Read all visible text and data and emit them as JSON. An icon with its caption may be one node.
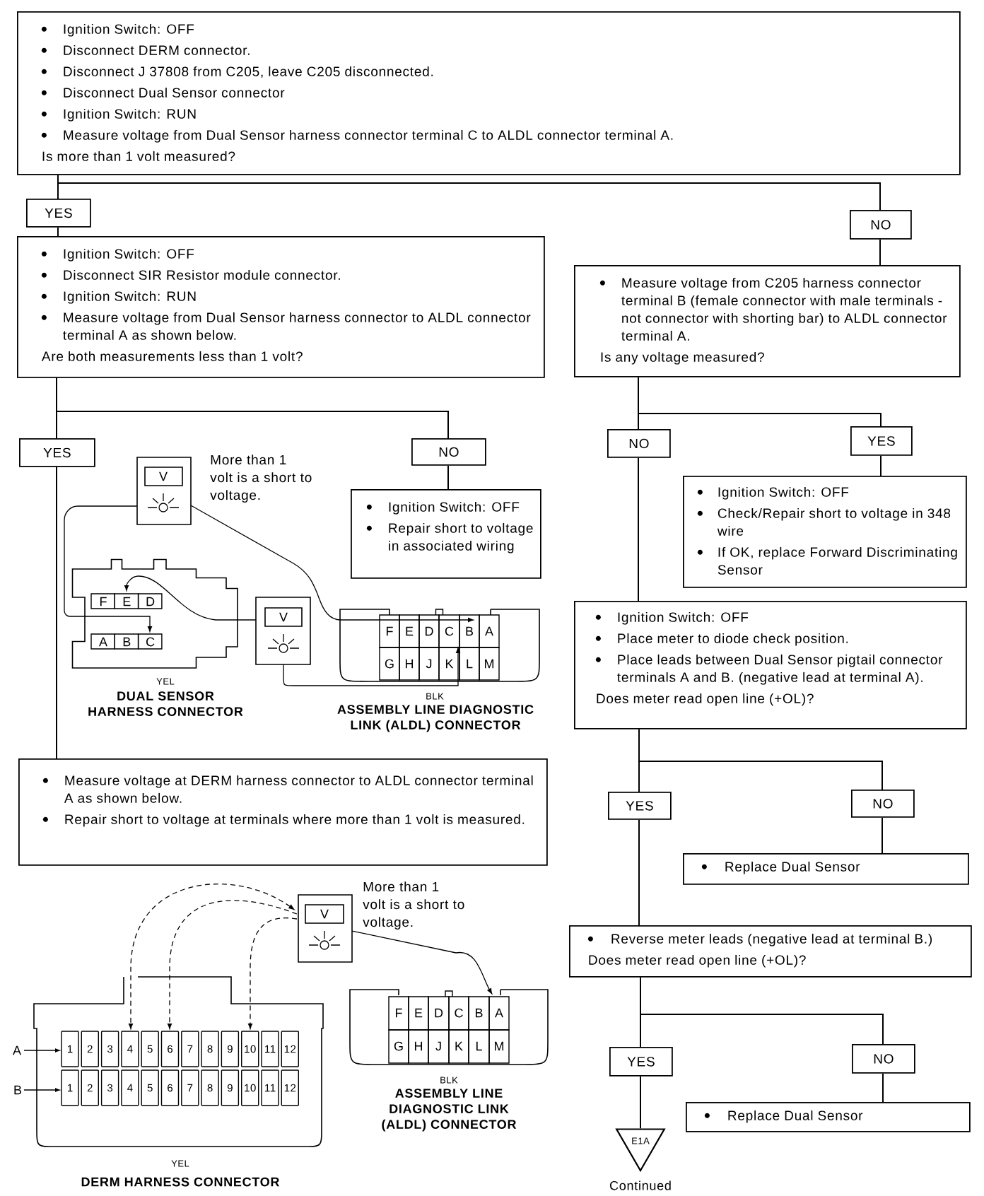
{
  "diagram": {
    "nodes": [
      {
        "text": [
          "Ignition Switch: OFF",
          "Disconnect DERM connector.",
          "Disconnect J 37808 from C205, leave C205 disconnected.",
          "Disconnect Dual Sensor connector",
          "Ignition Switch: RUN",
          "Measure voltage from Dual Sensor harness connector terminal C to ALDL connector terminal A.",
          "Is more than 1 volt measured?"
        ]
      },
      {
        "text": [
          "YES"
        ]
      },
      {
        "text": [
          "NO"
        ]
      },
      {
        "text": [
          "Ignition Switch: OFF",
          "Disconnect SIR Resistor module connector.",
          "Ignition Switch: RUN",
          "Measure voltage from Dual Sensor harness connector to ALDL connector terminal A as shown below.",
          "Are both measurements less than 1 volt?"
        ]
      },
      {
        "text": [
          "Measure voltage from C205 harness connector terminal B (female connector with male terminals - not connector with shorting bar) to ALDL connector terminal A.",
          "Is any voltage measured?"
        ]
      },
      {
        "text": [
          "YES"
        ]
      },
      {
        "text": [
          "NO"
        ]
      },
      {
        "text": [
          "Ignition Switch: OFF",
          "Repair short to voltage in associated wiring"
        ]
      },
      {
        "text": [
          "NO"
        ]
      },
      {
        "text": [
          "YES"
        ]
      },
      {
        "text": [
          "Ignition Switch: OFF",
          "Check/Repair short to voltage in 348 wire",
          "If OK, replace Forward Discriminating Sensor"
        ]
      },
      {
        "text": [
          "Ignition Switch: OFF",
          "Place meter to diode check position.",
          "Place leads between Dual Sensor pigtail connector terminals A and B. (negative lead at terminal A).",
          "Does meter read open line (+OL)?"
        ]
      },
      {
        "text": [
          "Measure voltage at DERM harness connector to ALDL connector terminal A as shown below.",
          "Repair short to voltage at terminals where more than 1 volt is measured."
        ]
      },
      {
        "text": [
          "YES"
        ]
      },
      {
        "text": [
          "NO"
        ]
      },
      {
        "text": [
          "Replace Dual Sensor"
        ]
      },
      {
        "text": [
          "Reverse meter leads (negative lead at terminal B.)",
          "Does meter read open line (+OL)?"
        ]
      },
      {
        "text": [
          "YES"
        ]
      },
      {
        "text": [
          "NO"
        ]
      },
      {
        "text": [
          "Replace Dual Sensor"
        ]
      },
      {
        "text": [
          "E1A"
        ],
        "beside": [
          "Continued"
        ]
      }
    ],
    "edges": [
      {
        "from": 0,
        "to": 1,
        "arrow": "none"
      },
      {
        "from": 0,
        "to": 2,
        "arrow": "none"
      },
      {
        "from": 1,
        "to": 3,
        "arrow": "none"
      },
      {
        "from": 2,
        "to": 4,
        "arrow": "none"
      },
      {
        "from": 3,
        "to": 5,
        "arrow": "none"
      },
      {
        "from": 3,
        "to": 6,
        "arrow": "none"
      },
      {
        "from": 6,
        "to": 7,
        "arrow": "none"
      },
      {
        "from": 5,
        "to": 12,
        "arrow": "none"
      },
      {
        "from": 4,
        "to": 8,
        "arrow": "none"
      },
      {
        "from": 4,
        "to": 9,
        "arrow": "none"
      },
      {
        "from": 9,
        "to": 10,
        "arrow": "none"
      },
      {
        "from": 8,
        "to": 11,
        "arrow": "none"
      },
      {
        "from": 11,
        "to": 13,
        "arrow": "none"
      },
      {
        "from": 11,
        "to": 14,
        "arrow": "none"
      },
      {
        "from": 14,
        "to": 15,
        "arrow": "none"
      },
      {
        "from": 13,
        "to": 16,
        "arrow": "none"
      },
      {
        "from": 16,
        "to": 17,
        "arrow": "none"
      },
      {
        "from": 16,
        "to": 18,
        "arrow": "none"
      },
      {
        "from": 18,
        "to": 19,
        "arrow": "none"
      },
      {
        "from": 17,
        "to": 20,
        "arrow": "none"
      }
    ],
    "labels": [
      "More than 1 volt is a short to voltage.",
      "V",
      "F",
      "E",
      "D",
      "A",
      "B",
      "C",
      "V",
      "F",
      "E",
      "D",
      "C",
      "B",
      "A",
      "G",
      "H",
      "J",
      "K",
      "L",
      "M",
      "YEL",
      "DUAL SENSOR HARNESS CONNECTOR",
      "BLK",
      "ASSEMBLY LINE DIAGNOSTIC LINK (ALDL) CONNECTOR",
      "More than 1 volt is a short to voltage.",
      "V",
      "A",
      "1",
      "2",
      "3",
      "4",
      "5",
      "6",
      "7",
      "8",
      "9",
      "10",
      "11",
      "12",
      "B",
      "1",
      "2",
      "3",
      "4",
      "5",
      "6",
      "7",
      "8",
      "9",
      "10",
      "11",
      "12",
      "F",
      "E",
      "D",
      "C",
      "B",
      "A",
      "G",
      "H",
      "J",
      "K",
      "L",
      "M",
      "YEL",
      "DERM HARNESS CONNECTOR",
      "BLK",
      "ASSEMBLY LINE DIAGNOSTIC LINK (ALDL) CONNECTOR"
    ]
  }
}
